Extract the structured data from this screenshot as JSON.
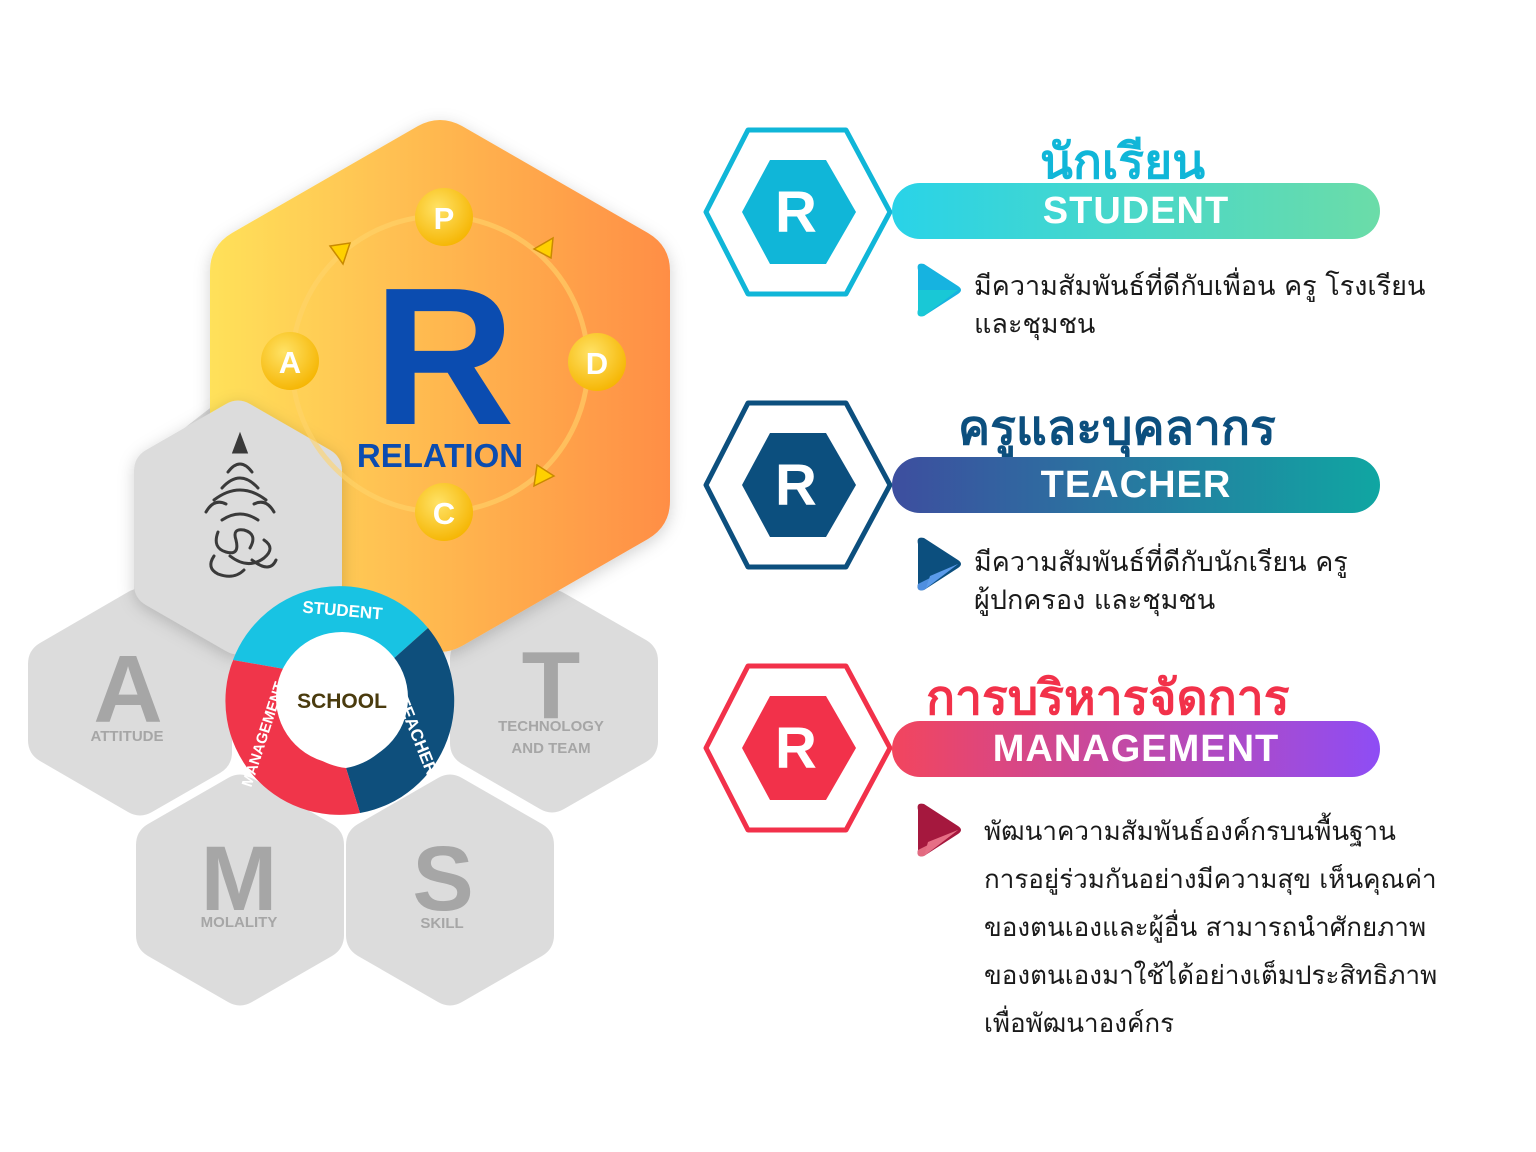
{
  "core": {
    "letter": "R",
    "word": "RELATION",
    "cycle": [
      "P",
      "D",
      "C",
      "A"
    ],
    "colors": {
      "hex_from": "#FFE15A",
      "hex_to": "#FF8E45",
      "letter": "#0B4CB0"
    }
  },
  "outer_hexes": [
    {
      "letter": "A",
      "label": "ATTITUDE"
    },
    {
      "letter": "T",
      "label_line1": "TECHNOLOGY",
      "label_line2": "AND TEAM"
    },
    {
      "letter": "M",
      "label": "MOLALITY"
    },
    {
      "letter": "S",
      "label": "SKILL"
    }
  ],
  "cycle_ring": {
    "center": "SCHOOL",
    "segments": [
      "STUDENT",
      "TEACHER",
      "MANAGEMENT"
    ],
    "colors": {
      "student": "#18C3E3",
      "teacher": "#0E4F7C",
      "management": "#F0354A"
    }
  },
  "emblem": {
    "name": "royal-emblem-icon"
  },
  "items": [
    {
      "badge": "R",
      "thai_title": "นักเรียน",
      "english": "STUDENT",
      "desc": [
        "มีความสัมพันธ์ที่ดีกับเพื่อน ครู โรงเรียน",
        "และชุมชน"
      ],
      "colors": {
        "main": "#10B6D8",
        "pill_from": "#29D3E8",
        "pill_to": "#6BDCA8"
      }
    },
    {
      "badge": "R",
      "thai_title": "ครูและบุคลากร",
      "english": "TEACHER",
      "desc": [
        "มีความสัมพันธ์ที่ดีกับนักเรียน ครู",
        "ผู้ปกครอง และชุมชน"
      ],
      "colors": {
        "main": "#0C4F7E",
        "pill_from": "#3D4E9F",
        "pill_to": "#10A6A2"
      }
    },
    {
      "badge": "R",
      "thai_title": "การบริหารจัดการ",
      "english": "MANAGEMENT",
      "desc": [
        "พัฒนาความสัมพันธ์องค์กรบนพื้นฐาน",
        "การอยู่ร่วมกันอย่างมีความสุข เห็นคุณค่า",
        "ของตนเองและผู้อื่น สามารถนำศักยภาพ",
        "ของตนเองมาใช้ได้อย่างเต็มประสิทธิภาพ",
        "เพื่อพัฒนาองค์กร"
      ],
      "colors": {
        "main": "#F2314A",
        "pill_from": "#F2455E",
        "pill_to": "#8E4DF5"
      }
    }
  ]
}
